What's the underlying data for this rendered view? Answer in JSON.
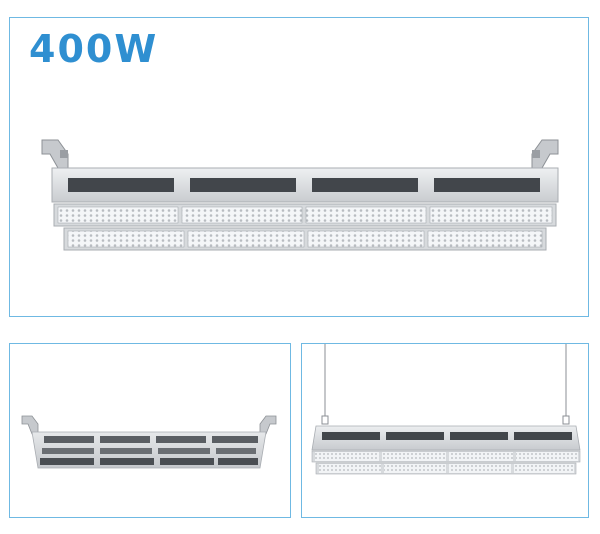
{
  "product": {
    "wattage_label": "400W"
  },
  "views": [
    {
      "view": "front-view"
    },
    {
      "view": "back-view"
    },
    {
      "view": "hanging-view"
    }
  ],
  "colors": {
    "border": "#6fb9e3",
    "wattage_text": "#2f8fd1",
    "housing": "#d4d6d9",
    "housing_light": "#e9ebed",
    "fins": "#3b3e42",
    "led_panel": "#f4f6f8"
  }
}
